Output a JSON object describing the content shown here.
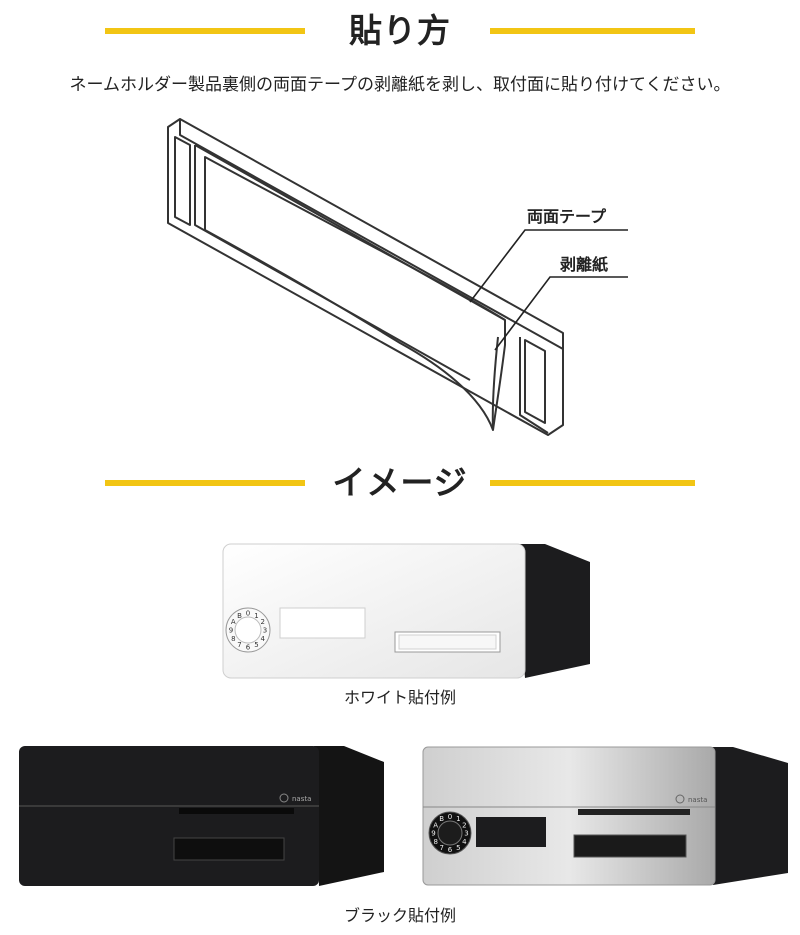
{
  "section1": {
    "title": "貼り方",
    "instruction": "ネームホルダー製品裏側の両面テープの剥離紙を剥し、取付面に貼り付けてください。"
  },
  "diagram": {
    "callout_tape": "両面テープ",
    "callout_paper": "剥離紙"
  },
  "section2": {
    "title": "イメージ"
  },
  "images": {
    "white_caption": "ホワイト貼付例",
    "black_caption": "ブラック貼付例",
    "brand_mark": "nasta"
  },
  "dial": {
    "digits": "0123456789AB"
  },
  "colors": {
    "accent_bar": "#f2c514",
    "mailbox_dark": "#1c1c1e",
    "mailbox_white": "#f4f4f4",
    "stainless": "#b8b8b8"
  }
}
